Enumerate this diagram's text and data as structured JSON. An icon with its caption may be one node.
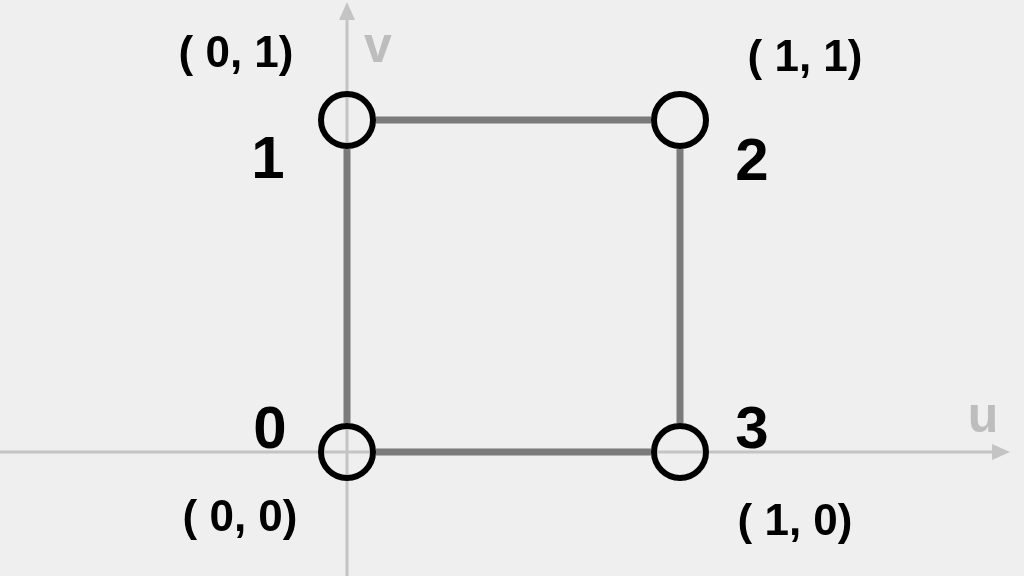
{
  "diagram": {
    "nodes": [
      {
        "text": [],
        "shape": "circle",
        "beside": [
          "1",
          "( 0, 1)"
        ]
      },
      {
        "text": [],
        "shape": "circle",
        "beside": [
          "2",
          "( 1, 1)"
        ]
      },
      {
        "text": [],
        "shape": "circle",
        "beside": [
          "0",
          "( 0, 0)"
        ]
      },
      {
        "text": [],
        "shape": "circle",
        "beside": [
          "3",
          "( 1, 0)"
        ]
      }
    ],
    "edges": [
      {
        "from": 0,
        "to": 1,
        "arrow": "none"
      },
      {
        "from": 1,
        "to": 3,
        "arrow": "none"
      },
      {
        "from": 3,
        "to": 2,
        "arrow": "none"
      },
      {
        "from": 2,
        "to": 0,
        "arrow": "none"
      }
    ],
    "labels": [
      "v",
      "u"
    ]
  }
}
